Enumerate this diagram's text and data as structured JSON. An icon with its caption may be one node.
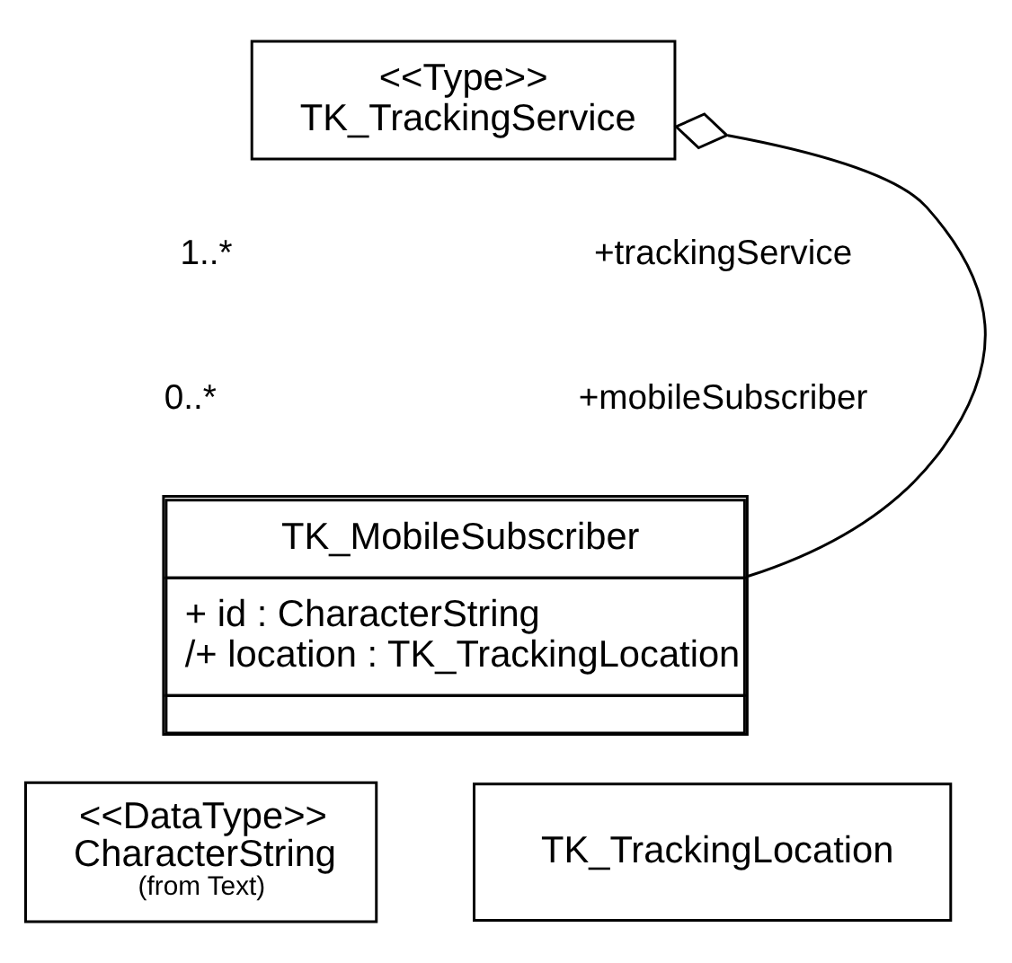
{
  "diagram": {
    "nodes": [
      {
        "text": [
          "<<Type>>",
          "TK_TrackingService"
        ]
      },
      {
        "text": [
          "TK_MobileSubscriber",
          "+ id : CharacterString",
          "/+ location : TK_TrackingLocation"
        ]
      },
      {
        "text": [
          "<<DataType>>",
          "CharacterString",
          "(from Text)"
        ]
      },
      {
        "text": [
          "TK_TrackingLocation"
        ]
      }
    ],
    "edges": [
      {
        "from": 1,
        "to": 0,
        "arrow": "other"
      }
    ],
    "labels": [
      "1..*",
      "+trackingService",
      "0..*",
      "+mobileSubscriber"
    ]
  }
}
